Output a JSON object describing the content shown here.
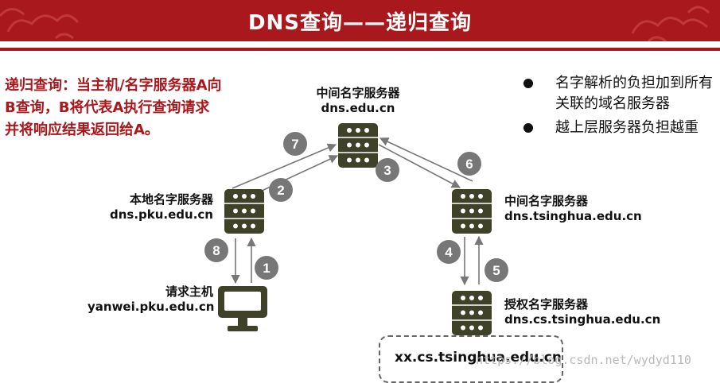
{
  "slide": {
    "title": "DNS查询——递归查询",
    "explanation": "递归查询：当主机/名字服务器A向B查询，B将代表A执行查询请求并将响应结果返回给A。",
    "bullets": [
      "名字解析的负担加到所有关联的域名服务器",
      "越上层服务器负担越重"
    ],
    "watermark": "https://blog.csdn.net/wydyd110"
  },
  "nodes": {
    "middle_top": {
      "title": "中间名字服务器",
      "host": "dns.edu.cn"
    },
    "local": {
      "title": "本地名字服务器",
      "host": "dns.pku.edu.cn"
    },
    "middle_right": {
      "title": "中间名字服务器",
      "host": "dns.tsinghua.edu.cn"
    },
    "authoritative": {
      "title": "授权名字服务器",
      "host": "dns.cs.tsinghua.edu.cn"
    },
    "host": {
      "title": "请求主机",
      "host": "yanwei.pku.edu.cn"
    },
    "target_domain": "xx.cs.tsinghua.edu.cn"
  },
  "steps": [
    "1",
    "2",
    "3",
    "4",
    "5",
    "6",
    "7",
    "8"
  ],
  "colors": {
    "accent_red": "#a8181c",
    "server_fill": "#3f4228",
    "step_badge": "#777777",
    "arrow": "#777777"
  },
  "icons": {
    "server": "server-icon",
    "monitor": "monitor-icon",
    "bullet": "bullet-dot"
  }
}
